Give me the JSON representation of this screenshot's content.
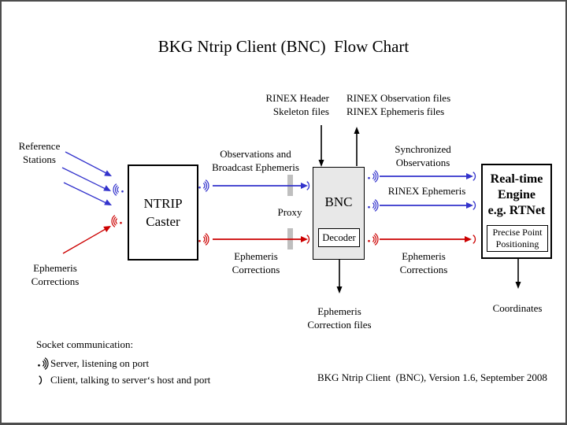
{
  "title": "BKG Ntrip Client (BNC)  Flow Chart",
  "nodes": {
    "ntrip_caster": "NTRIP\nCaster",
    "bnc": "BNC",
    "decoder": "Decoder",
    "realtime_engine": "Real-time\nEngine\ne.g. RTNet",
    "precise_point": "Precise Point\nPositioning"
  },
  "labels": {
    "reference_stations": "Reference\nStations",
    "ephemeris_corrections_left": "Ephemeris\nCorrections",
    "observations_broadcast": "Observations and\nBroadcast Ephemeris",
    "proxy": "Proxy",
    "rinex_header_skeleton": "RINEX Header\nSkeleton files",
    "rinex_files": "RINEX Observation files\nRINEX Ephemeris files",
    "synchronized_observations": "Synchronized\nObservations",
    "rinex_ephemeris": "RINEX Ephemeris",
    "ephemeris_corrections_mid": "Ephemeris\nCorrections",
    "ephemeris_corrections_right": "Ephemeris\nCorrections",
    "ephemeris_correction_files": "Ephemeris\nCorrection files",
    "coordinates": "Coordinates"
  },
  "legend": {
    "title": "Socket communication:",
    "server": "Server, listening on port",
    "client": "Client, talking to server‘s host and port"
  },
  "footer": {
    "version": "BKG Ntrip Client  (BNC), Version 1.6, September 2008"
  },
  "colors": {
    "blue": "#3333cc",
    "red": "#cc0000",
    "gray_proxy": "#bfbfbf",
    "box_fill": "#e8e8e8",
    "frame": "#4d4d4d"
  }
}
